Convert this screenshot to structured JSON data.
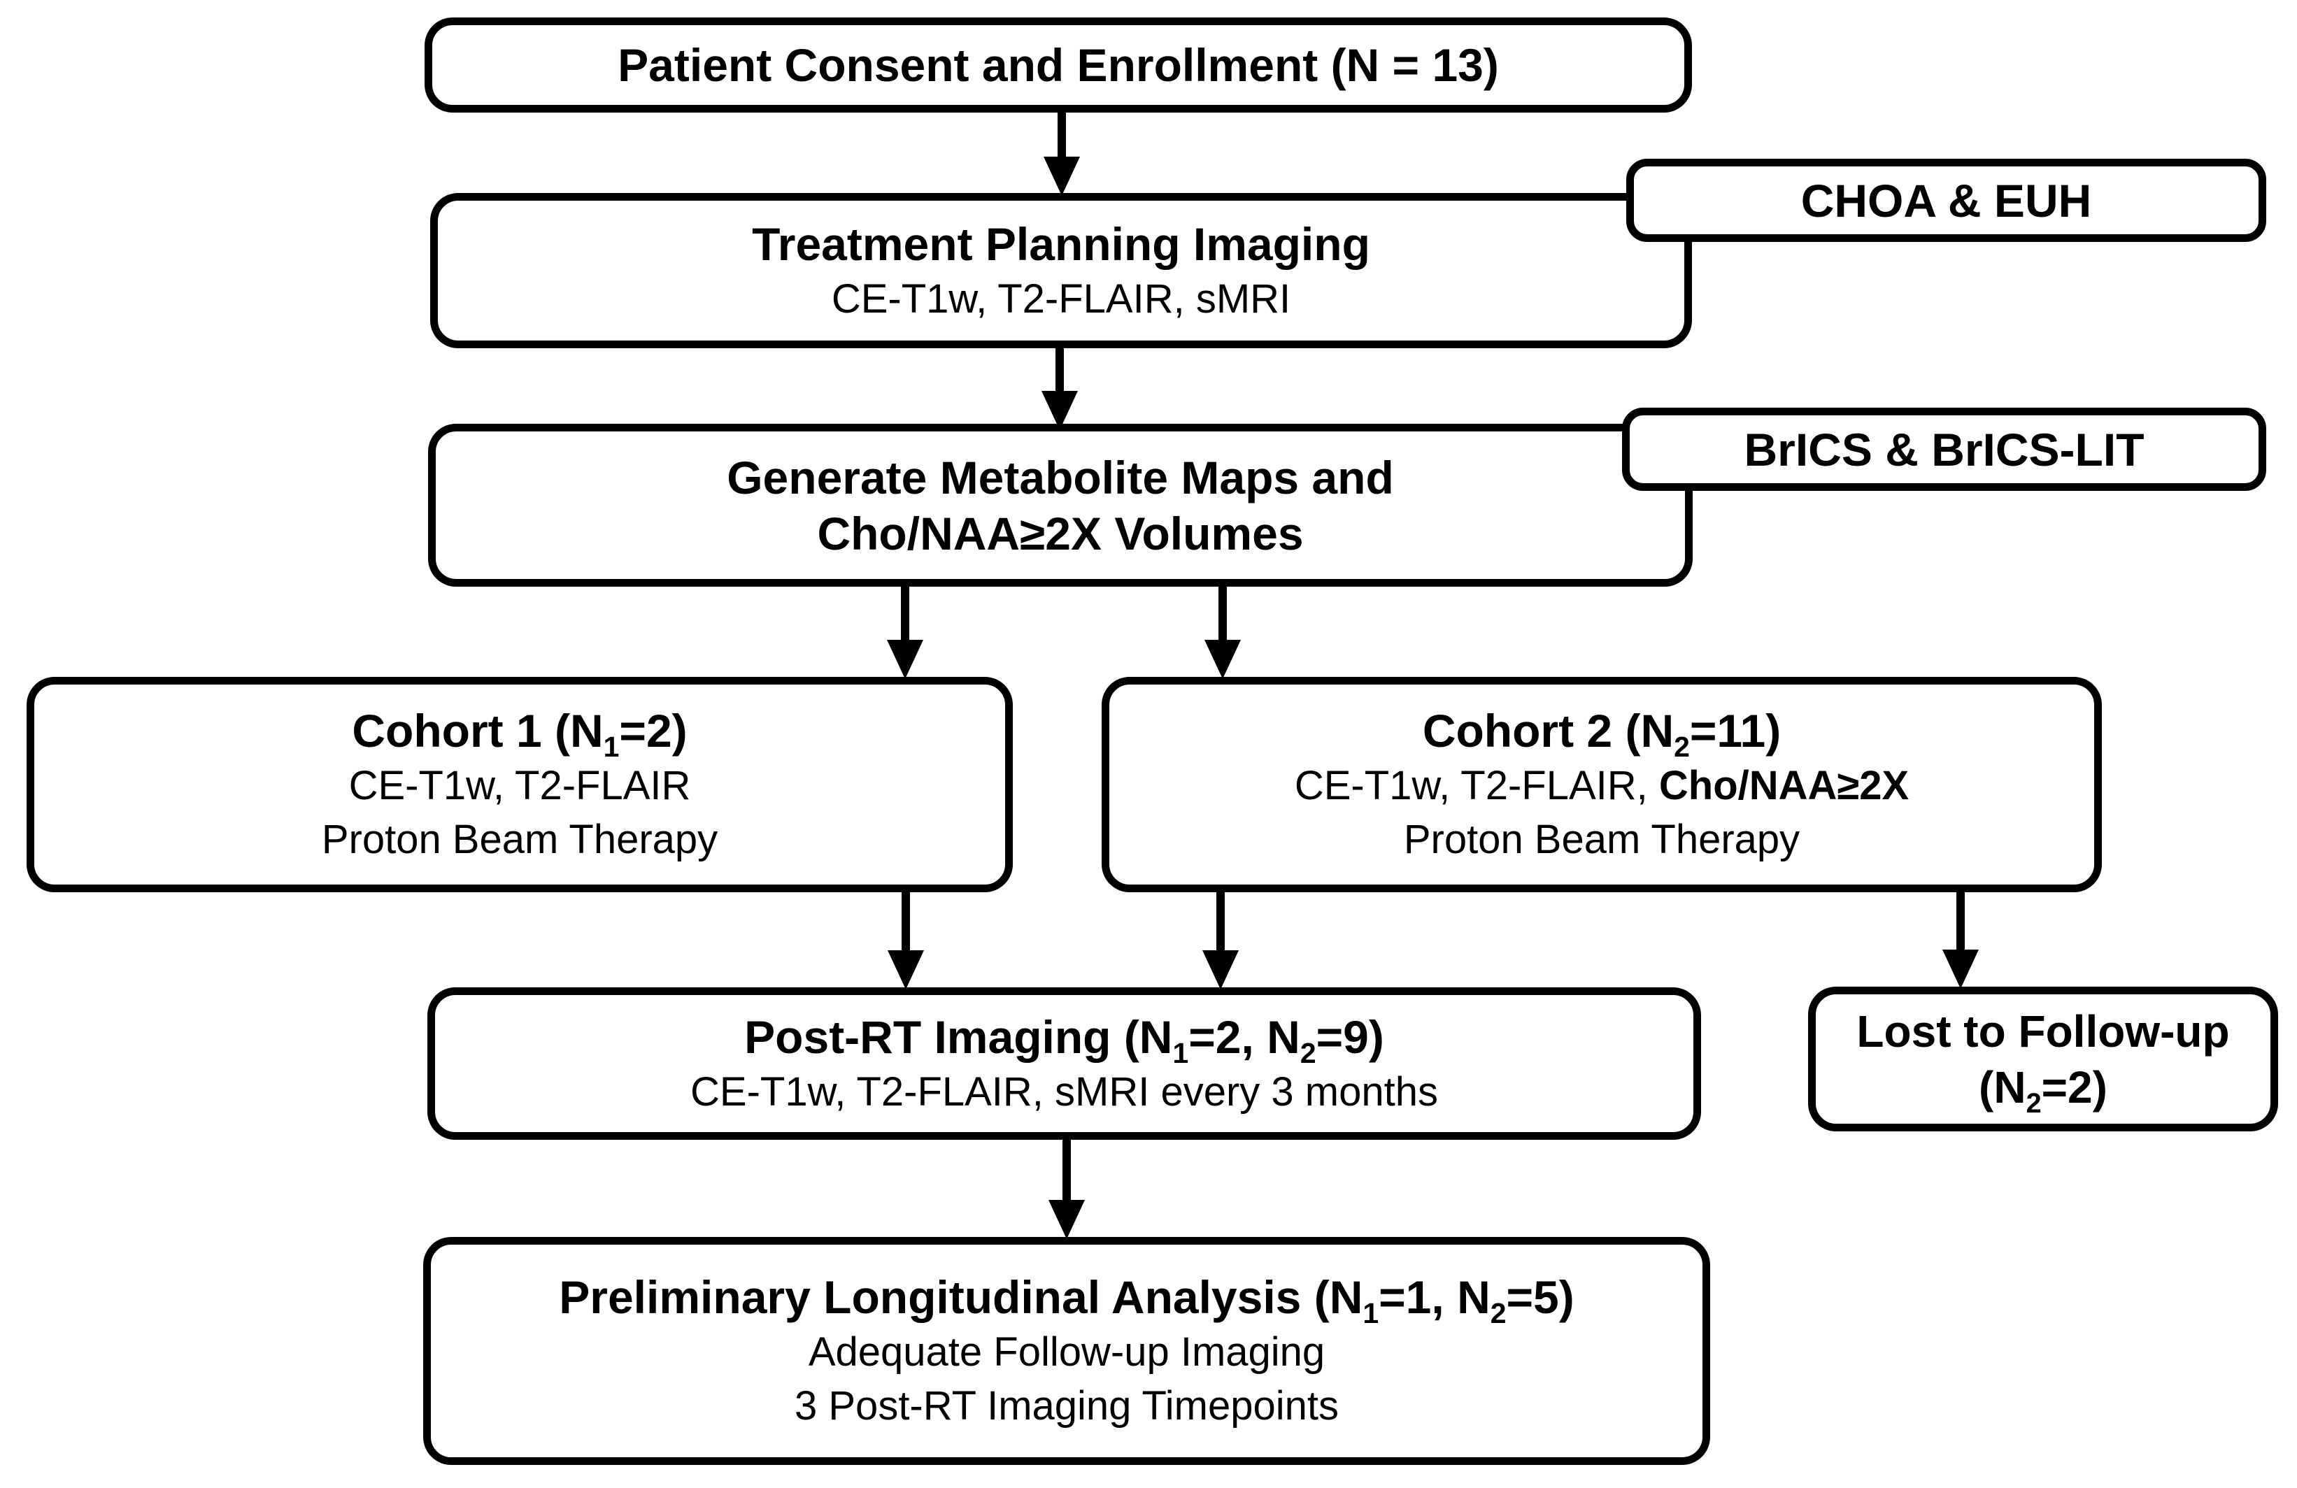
{
  "figure_type": "study-enrollment-flowchart",
  "colors": {
    "ink": "#000000",
    "paper": "#ffffff",
    "box_fill": "#ffffff"
  },
  "boxes": {
    "patient": {
      "title": "Patient Consent and Enrollment (N = 13)"
    },
    "treatment": {
      "title": "Treatment Planning Imaging",
      "body": "CE-T1w, T2-FLAIR, sMRI"
    },
    "choa": {
      "label": "CHOA & EUH"
    },
    "generate": {
      "title_line1": "Generate Metabolite Maps and",
      "title_line2": "Cho/NAA≥2X Volumes"
    },
    "brics": {
      "label": "BrICS & BrICS-LIT"
    },
    "cohort1": {
      "title": [
        {
          "t": "Cohort 1 (N"
        },
        {
          "s": "1"
        },
        {
          "t": "=2)"
        }
      ],
      "body1": "CE-T1w, T2-FLAIR",
      "body2": "Proton Beam Therapy"
    },
    "cohort2": {
      "title": [
        {
          "t": "Cohort 2 (N"
        },
        {
          "s": "2"
        },
        {
          "t": "=11)"
        }
      ],
      "body1_regular": "CE-T1w, T2-FLAIR, ",
      "body1_bold": "Cho/NAA≥2X",
      "body2": "Proton Beam Therapy"
    },
    "postrt": {
      "title": [
        {
          "t": "Post-RT Imaging (N"
        },
        {
          "s": "1"
        },
        {
          "t": "=2, N"
        },
        {
          "s": "2"
        },
        {
          "t": "=9)"
        }
      ],
      "body": "CE-T1w, T2-FLAIR, sMRI every 3 months"
    },
    "lost": {
      "line1": "Lost to Follow-up",
      "line2": [
        {
          "t": "(N"
        },
        {
          "s": "2"
        },
        {
          "t": "=2)"
        }
      ]
    },
    "prelim": {
      "title": [
        {
          "t": "Preliminary Longitudinal Analysis (N"
        },
        {
          "s": "1"
        },
        {
          "t": "=1, N"
        },
        {
          "s": "2"
        },
        {
          "t": "=5)"
        }
      ],
      "body1": "Adequate Follow-up Imaging",
      "body2": "3 Post-RT Imaging Timepoints"
    }
  }
}
